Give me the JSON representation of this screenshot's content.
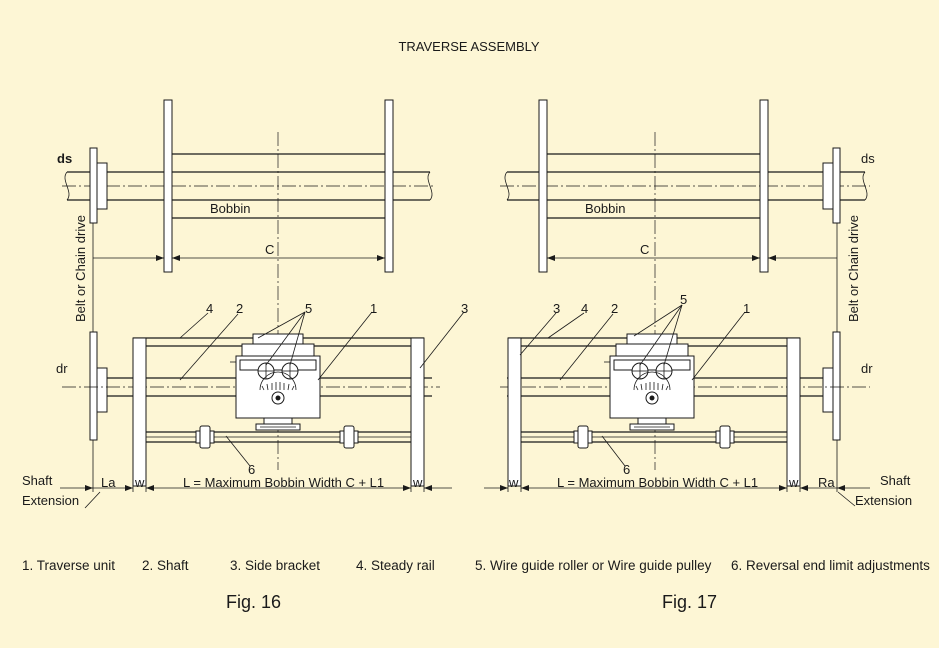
{
  "title": "TRAVERSE ASSEMBLY",
  "fig16": {
    "ds": "ds",
    "dr": "dr",
    "bobbin": "Bobbin",
    "c": "C",
    "drive": "Belt or Chain drive",
    "n1": "1",
    "n2": "2",
    "n3": "3",
    "n4": "4",
    "n5": "5",
    "n6": "6",
    "shaft": "Shaft",
    "extension": "Extension",
    "la": "La",
    "w": "w",
    "l_formula": "L = Maximum Bobbin Width C + L1",
    "caption": "Fig. 16"
  },
  "fig17": {
    "ds": "ds",
    "dr": "dr",
    "bobbin": "Bobbin",
    "c": "C",
    "drive": "Belt or Chain drive",
    "n1": "1",
    "n2": "2",
    "n3": "3",
    "n4": "4",
    "n5": "5",
    "n6": "6",
    "shaft": "Shaft",
    "extension": "Extension",
    "ra": "Ra",
    "w": "w",
    "l_formula": "L = Maximum Bobbin Width C + L1",
    "caption": "Fig. 17"
  },
  "legend": {
    "item1": "1. Traverse unit",
    "item2": "2. Shaft",
    "item3": "3. Side bracket",
    "item4": "4. Steady rail",
    "item5": "5.  Wire guide roller or Wire guide pulley",
    "item6": "6.  Reversal end limit adjustments"
  }
}
